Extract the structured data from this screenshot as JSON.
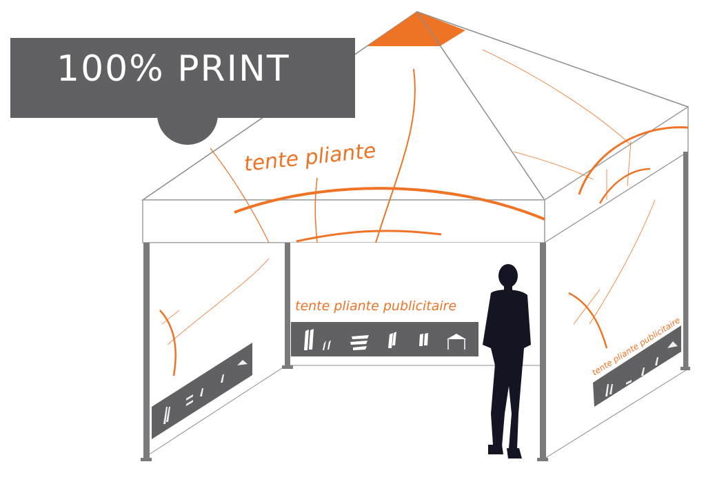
{
  "banner": {
    "text": "100% PRINT",
    "color": "#616163",
    "text_color": "#ffffff"
  },
  "roof": {
    "label": "tente pliante",
    "peak_color": "#ee7325"
  },
  "back_wall": {
    "label": "tente pliante publicitaire",
    "strip_color": "#616163",
    "icons": [
      "flags-icon",
      "banners-icon",
      "flag-stack-icon",
      "flags-pair-icon",
      "tent-icon"
    ]
  },
  "right_wall": {
    "label": "tente pliante publicitaire",
    "icons": [
      "flags-icon",
      "banners-icon",
      "flag-stack-icon",
      "flags-pair-icon",
      "tent-icon"
    ]
  },
  "left_wall": {
    "icons": [
      "flags-icon",
      "banners-icon",
      "flag-stack-icon",
      "flags-pair-icon",
      "tent-icon"
    ]
  },
  "colors": {
    "accent": "#ee7325",
    "frame": "#7a7a7c",
    "outline": "#8c8c8c"
  }
}
